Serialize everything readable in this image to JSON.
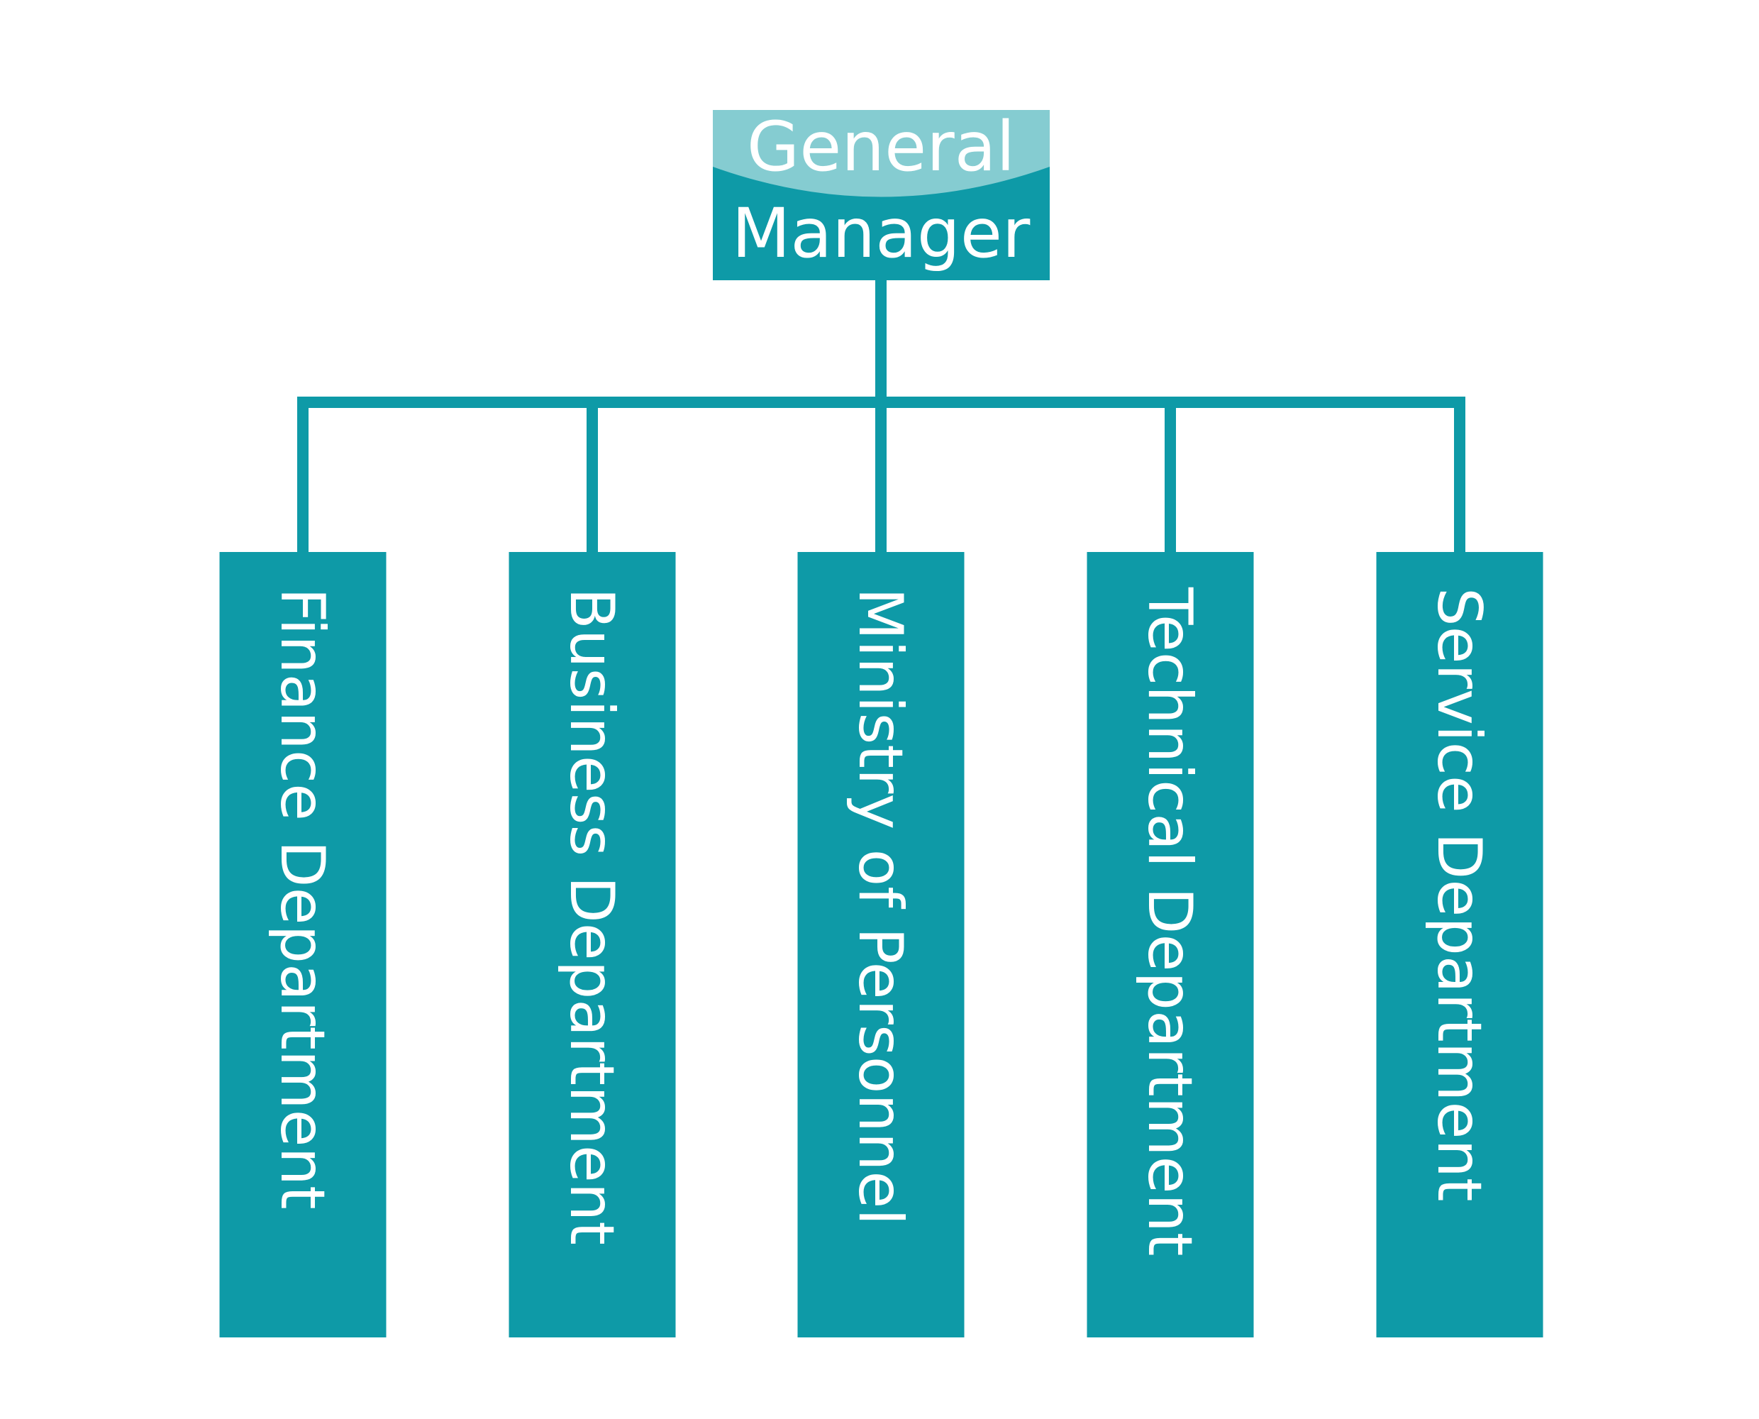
{
  "colors": {
    "primary": "#0e9aa7",
    "highlight": "#85ccd1",
    "text": "#ffffff",
    "background": "#ffffff"
  },
  "root": {
    "line1": "General",
    "line2": "Manager"
  },
  "departments": [
    {
      "label": "Finance Department"
    },
    {
      "label": "Business Department"
    },
    {
      "label": "Ministry of Personnel"
    },
    {
      "label": "Technical Department"
    },
    {
      "label": "Service Department"
    }
  ]
}
